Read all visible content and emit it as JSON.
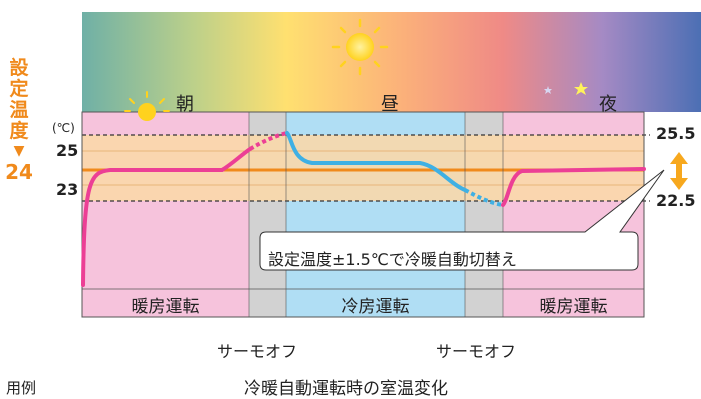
{
  "set_temperature": {
    "label_chars": [
      "設",
      "定",
      "温",
      "度"
    ],
    "arrow": "▼",
    "value": "24"
  },
  "time_labels": {
    "morning": "朝",
    "noon": "昼",
    "night": "夜"
  },
  "unit": "(℃)",
  "left_axis": {
    "upper": "25",
    "lower": "23"
  },
  "right_axis": {
    "upper": "25.5",
    "lower": "22.5"
  },
  "callout": "設定温度±1.5℃で冷暖自動切替え",
  "modes": {
    "heating_1": "暖房運転",
    "cooling": "冷房運転",
    "heating_2": "暖房運転"
  },
  "thermo_off": {
    "first": "サーモオフ",
    "second": "サーモオフ"
  },
  "legend": "用例",
  "caption": "冷暖自動運転時の室温変化",
  "colors": {
    "heating": "#f6c3dc",
    "cooling": "#b0def4",
    "thermo_off": "#d2d2d2",
    "band": "#fbd8a8",
    "set_line": "#f08a1c",
    "curve_heating": "#ec3f95",
    "curve_cooling": "#3fb0e4"
  },
  "icons": [
    "sun-icon-small",
    "sun-icon",
    "moon-icon",
    "star-icon",
    "double-arrow-icon"
  ]
}
